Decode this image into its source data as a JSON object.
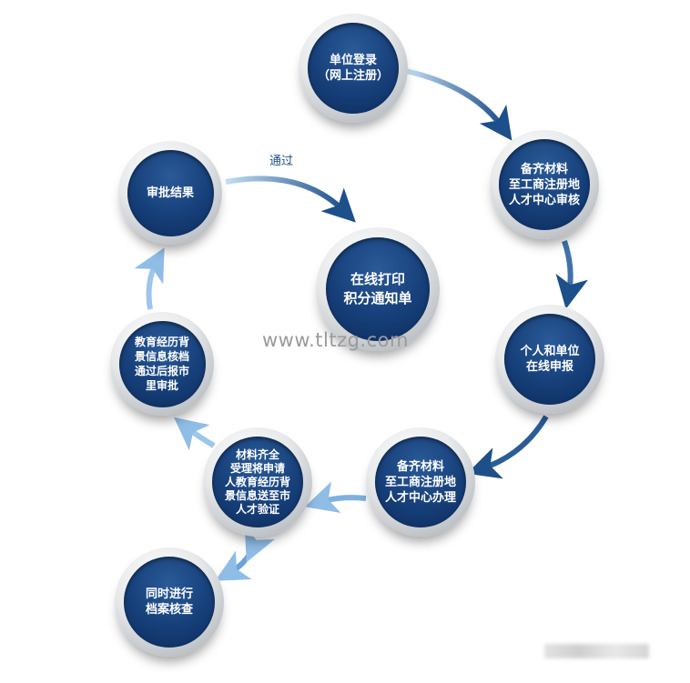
{
  "nodes": [
    {
      "id": "register",
      "label": "单位登录\n（网上注册）"
    },
    {
      "id": "review",
      "label": "备齐材料\n至工商注册地\n人才中心审核"
    },
    {
      "id": "apply",
      "label": "个人和单位\n在线申报"
    },
    {
      "id": "handle",
      "label": "备齐材料\n至工商注册地\n人才中心办理"
    },
    {
      "id": "verify",
      "label": "材料齐全\n受理将申请\n人教育经历背\n景信息送至市\n人才验证"
    },
    {
      "id": "education",
      "label": "教育经历背\n景信息核档\n通过后报市\n里审批"
    },
    {
      "id": "result",
      "label": "审批结果"
    },
    {
      "id": "print",
      "label": "在线打印\n积分通知单"
    },
    {
      "id": "archive",
      "label": "同时进行\n档案核查"
    }
  ],
  "edge_label_pass": "通过",
  "watermark": "www.tltzg.com",
  "colors": {
    "node_fill": "#163f79",
    "arrow_light": "#a9cdee",
    "arrow_dark": "#1d4f8a"
  }
}
